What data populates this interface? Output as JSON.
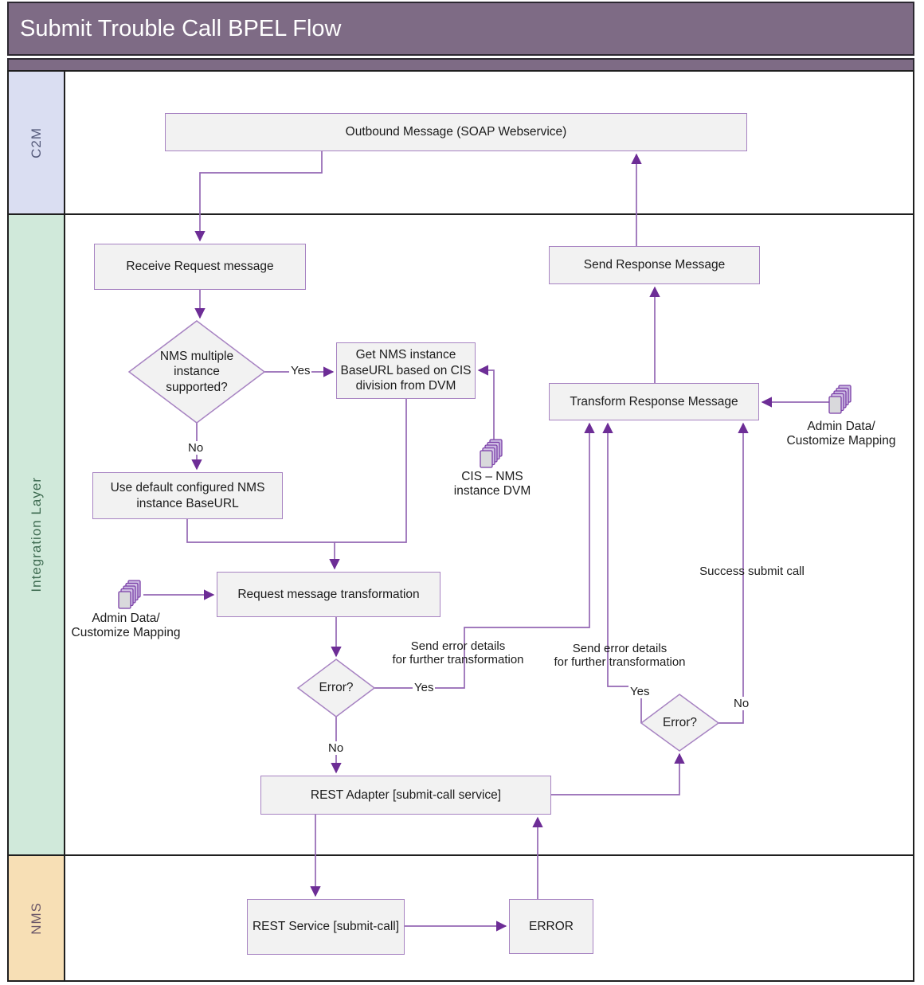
{
  "title": "Submit Trouble Call BPEL Flow",
  "lanes": {
    "c2m": "C2M",
    "integration": "Integration Layer",
    "nms": "NMS"
  },
  "nodes": {
    "outbound": "Outbound Message (SOAP Webservice)",
    "receive": "Receive Request message",
    "decision_multi_instance": "NMS multiple instance supported?",
    "get_nms": "Get NMS instance BaseURL based on CIS division from DVM",
    "use_default": "Use default configured NMS instance BaseURL",
    "request_transform": "Request message transformation",
    "decision_error_left": "Error?",
    "rest_adapter": "REST Adapter [submit-call service]",
    "send_response": "Send Response Message",
    "transform_response": "Transform Response Message",
    "decision_error_right": "Error?",
    "rest_service": "REST Service [submit-call]",
    "error": "ERROR"
  },
  "edge_labels": {
    "yes": "Yes",
    "no": "No",
    "send_error_details": "Send error details\nfor further transformation",
    "success": "Success submit call"
  },
  "annotations": {
    "admin_data_left": "Admin Data/\nCustomize Mapping",
    "dvm": "CIS – NMS\ninstance DVM",
    "admin_data_right": "Admin Data/\nCustomize Mapping"
  },
  "colors": {
    "title_bg": "#7e6b85",
    "c2m_lane_bg": "#dadef2",
    "integration_lane_bg": "#d0e9da",
    "nms_lane_bg": "#f7dfb5",
    "node_fill": "#f2f2f2",
    "node_border": "#a783c2",
    "connector": "#9468b4",
    "arrowhead": "#6d2d96"
  }
}
